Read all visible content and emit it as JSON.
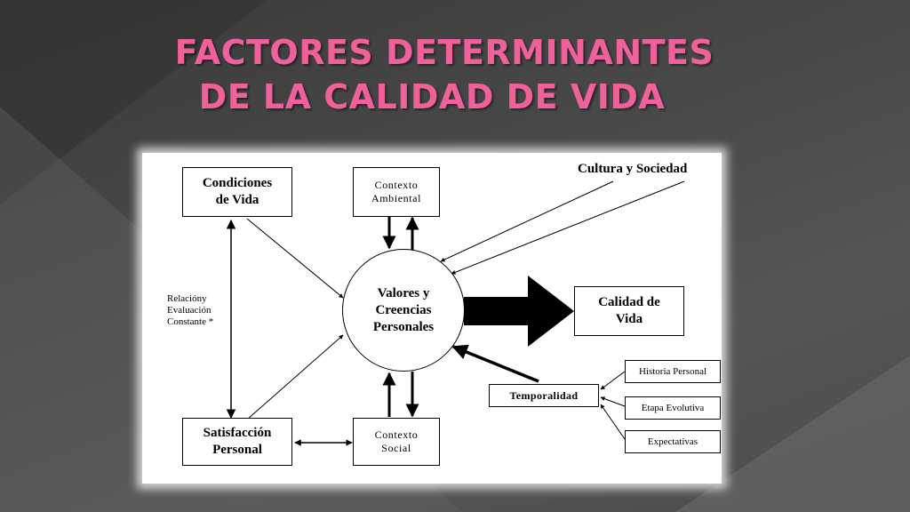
{
  "title": {
    "line1": "FACTORES DETERMINANTES",
    "line2": "DE  LA CALIDAD DE VIDA"
  },
  "diagram": {
    "condiciones": "Condiciones\nde Vida",
    "contexto_ambiental": "Contexto\nAmbiental",
    "cultura": "Cultura y Sociedad",
    "valores": "Valores y\nCreencias\nPersonales",
    "calidad": "Calidad de\nVida",
    "relacion": "Relacióny\nEvaluación\nConstante *",
    "satisfaccion": "Satisfacción\nPersonal",
    "contexto_social": "Contexto\nSocial",
    "temporalidad": "Temporalidad",
    "historia": "Historia Personal",
    "etapa": "Etapa Evolutiva",
    "expectativas": "Expectativas"
  },
  "colors": {
    "title": "#f0609a",
    "panel": "#ffffff",
    "ink": "#000000"
  }
}
